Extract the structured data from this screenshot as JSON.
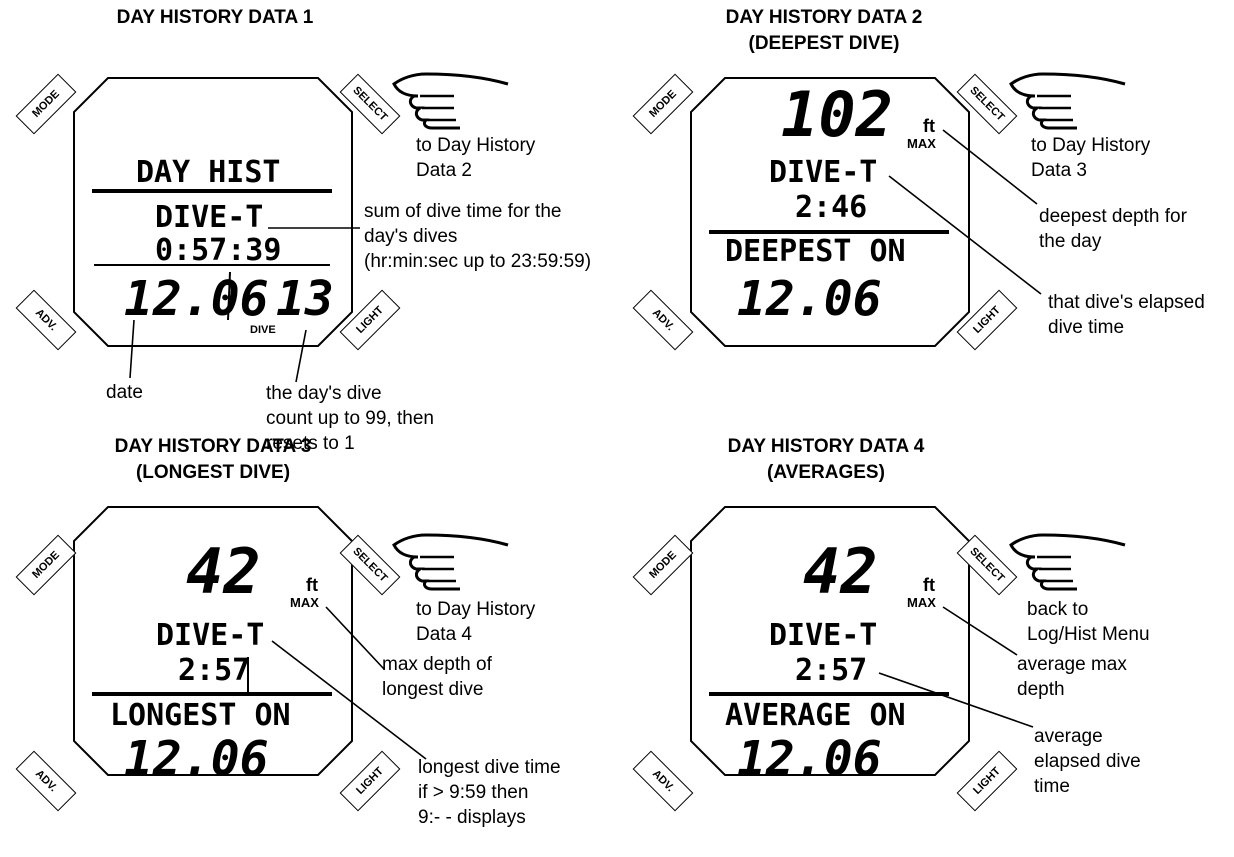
{
  "buttons": {
    "mode": "MODE",
    "select": "SELECT",
    "adv": "ADV.",
    "light": "LIGHT"
  },
  "panels": [
    {
      "title": [
        "DAY HISTORY DATA 1"
      ],
      "lcd": {
        "header": "DAY HIST",
        "label": "DIVE-T",
        "time": "0:57:39",
        "date": "12.06",
        "count": "13",
        "count_unit": "DIVE"
      },
      "select_note": [
        "to Day History",
        "Data 2"
      ],
      "notes": {
        "time": [
          "sum of dive time for the",
          "day's dives",
          "(hr:min:sec up to 23:59:59)"
        ],
        "date": [
          "date"
        ],
        "count": [
          "the day's dive",
          "count up to 99, then",
          "resets to 1"
        ]
      }
    },
    {
      "title": [
        "DAY HISTORY DATA 2",
        "(DEEPEST DIVE)"
      ],
      "lcd": {
        "depth": "102",
        "depth_unit": "ft",
        "depth_sub": "MAX",
        "label": "DIVE-T",
        "time": "2:46",
        "footer": "DEEPEST ON",
        "date": "12.06"
      },
      "select_note": [
        "to Day History",
        "Data 3"
      ],
      "notes": {
        "depth": [
          "deepest depth for",
          "the day"
        ],
        "time": [
          "that dive's elapsed",
          "dive time"
        ]
      }
    },
    {
      "title": [
        "DAY HISTORY DATA 3",
        "(LONGEST DIVE)"
      ],
      "lcd": {
        "depth": "42",
        "depth_unit": "ft",
        "depth_sub": "MAX",
        "label": "DIVE-T",
        "time": "2:57",
        "footer": "LONGEST ON",
        "date": "12.06"
      },
      "select_note": [
        "to Day History",
        "Data 4"
      ],
      "notes": {
        "depth": [
          "max depth of",
          "longest dive"
        ],
        "time": [
          "longest dive time",
          "if > 9:59 then",
          " 9:- - displays"
        ]
      }
    },
    {
      "title": [
        "DAY HISTORY DATA 4",
        "(AVERAGES)"
      ],
      "lcd": {
        "depth": "42",
        "depth_unit": "ft",
        "depth_sub": "MAX",
        "label": "DIVE-T",
        "time": "2:57",
        "footer": "AVERAGE ON",
        "date": "12.06"
      },
      "select_note": [
        "back to",
        "Log/Hist Menu"
      ],
      "notes": {
        "depth": [
          "average max",
          "depth"
        ],
        "time": [
          "average",
          "elapsed dive",
          "time"
        ]
      }
    }
  ]
}
